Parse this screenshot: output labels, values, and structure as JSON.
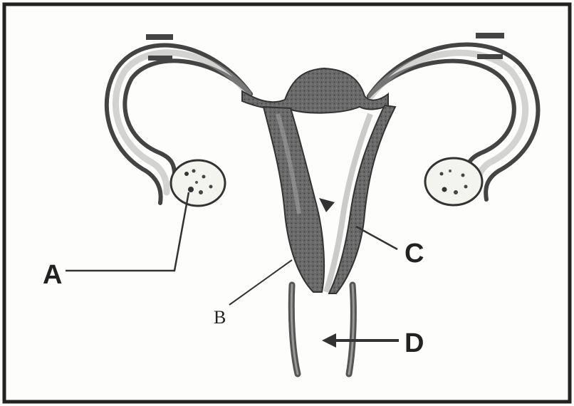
{
  "labels": {
    "a": "A",
    "b": "B",
    "c": "C",
    "d": "D"
  },
  "colors": {
    "ink": "#222222",
    "tissue": "#555555",
    "wall": "#8a8a8a",
    "paper": "#fdfdfb"
  }
}
